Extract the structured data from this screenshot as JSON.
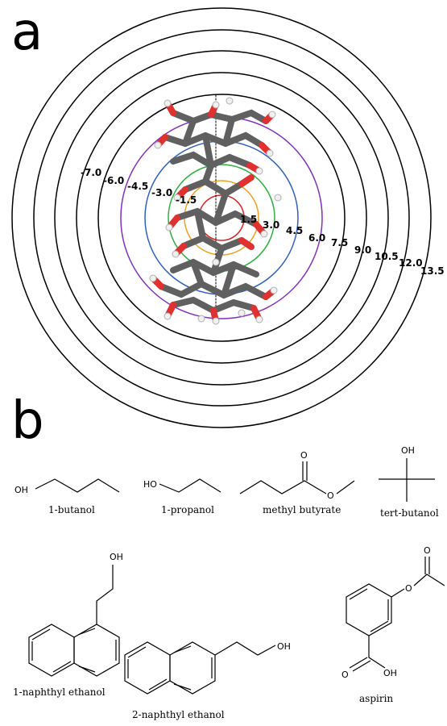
{
  "panel_a": {
    "letter": "a",
    "ring_labels": [
      {
        "text": "-7.0",
        "color": "#000000"
      },
      {
        "text": "-6.0",
        "color": "#000000"
      },
      {
        "text": "-4.5",
        "color": "#000000"
      },
      {
        "text": "-3.0",
        "color": "#000000"
      },
      {
        "text": "-1.5",
        "color": "#000000"
      },
      {
        "text": "1.5",
        "color": "#000000"
      },
      {
        "text": "3.0",
        "color": "#000000"
      },
      {
        "text": "4.5",
        "color": "#000000"
      },
      {
        "text": "6.0",
        "color": "#000000"
      },
      {
        "text": "7.5",
        "color": "#000000"
      },
      {
        "text": "9.0",
        "color": "#000000"
      },
      {
        "text": "10.5",
        "color": "#000000"
      },
      {
        "text": "12.0",
        "color": "#000000"
      },
      {
        "text": "13.5",
        "color": "#000000"
      }
    ],
    "ring_colors": {
      "r1_5": "#e02020",
      "r3_0": "#f0a020",
      "r4_5": "#30b040",
      "r6_0": "#3060c0",
      "r7_5": "#8030c0",
      "outer": "#000000"
    },
    "molecule_colors": {
      "carbon": "#606060",
      "oxygen": "#e03030",
      "hydrogen": "#f0f0f0"
    }
  },
  "panel_b": {
    "letter": "b",
    "molecules": {
      "butanol": {
        "name": "1-butanol",
        "atom": "OH"
      },
      "propanol": {
        "name": "1-propanol",
        "atom": "HO"
      },
      "methyl_butyrate": {
        "name": "methyl butyrate",
        "atom_o_top": "O",
        "atom_o_ester": "O"
      },
      "tert_butanol": {
        "name": "tert-butanol",
        "atom": "OH"
      },
      "naphthyl1": {
        "name": "1-naphthyl ethanol",
        "atom": "OH"
      },
      "naphthyl2": {
        "name": "2-naphthyl ethanol",
        "atom": "OH"
      },
      "aspirin": {
        "name": "aspirin",
        "atom_o1": "O",
        "atom_o2": "O",
        "atom_o3": "O",
        "atom_oh": "OH"
      }
    }
  }
}
